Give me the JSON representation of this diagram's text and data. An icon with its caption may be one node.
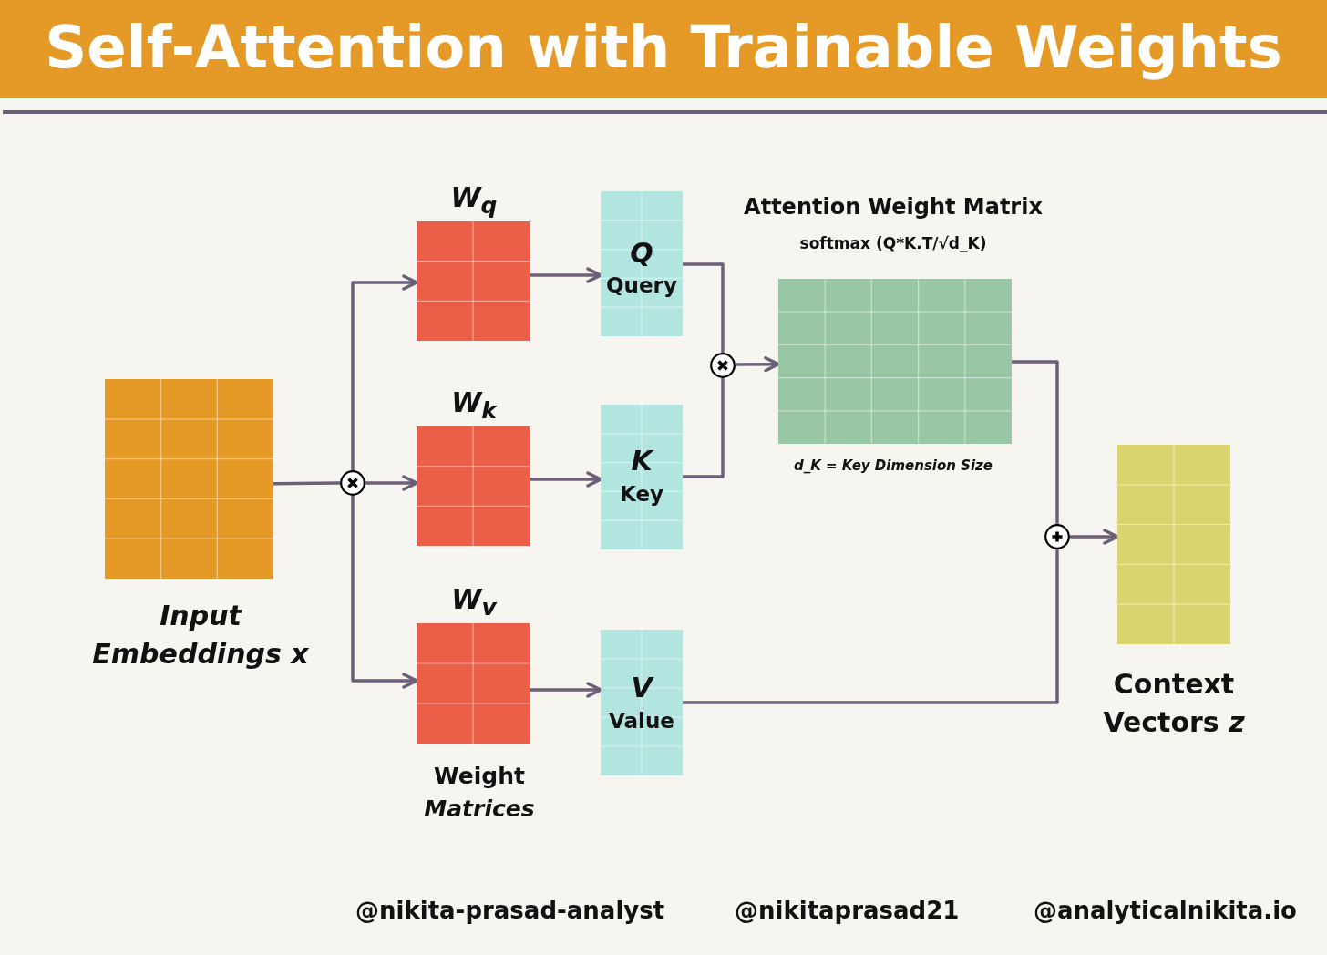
{
  "diagram": {
    "title": "Self-Attention with Trainable Weights",
    "nodes": [
      {
        "text": [
          "Input Embeddings x"
        ]
      },
      {
        "text": [],
        "shape": "circle"
      },
      {
        "text": [
          "W$_{q}$"
        ]
      },
      {
        "text": [
          "W$_{k}$"
        ]
      },
      {
        "text": [
          "W$_{v}$"
        ]
      },
      {
        "text": [
          "Q",
          "Query"
        ]
      },
      {
        "text": [
          "K",
          "Key"
        ]
      },
      {
        "text": [
          "V",
          "Value"
        ]
      },
      {
        "text": [],
        "shape": "circle"
      },
      {
        "text": [
          "Attention Weight Matrix",
          "softmax (Q*K.T/√d_K)"
        ],
        "beside": [
          "d_K = Key Dimension Size"
        ]
      },
      {
        "text": [],
        "shape": "circle"
      },
      {
        "text": [
          "Context Vectors *z*"
        ]
      }
    ],
    "edges": [
      {
        "from": 0,
        "to": 1,
        "arrow": "none"
      },
      {
        "from": 1,
        "to": 2,
        "arrow": "to"
      },
      {
        "from": 1,
        "to": 3,
        "arrow": "to"
      },
      {
        "from": 1,
        "to": 4,
        "arrow": "to"
      },
      {
        "from": 2,
        "to": 5,
        "arrow": "to"
      },
      {
        "from": 3,
        "to": 6,
        "arrow": "to"
      },
      {
        "from": 4,
        "to": 7,
        "arrow": "to"
      },
      {
        "from": 5,
        "to": 8,
        "arrow": "none"
      },
      {
        "from": 6,
        "to": 8,
        "arrow": "none"
      },
      {
        "from": 8,
        "to": 9,
        "arrow": "to"
      },
      {
        "from": 9,
        "to": 10,
        "arrow": "none"
      },
      {
        "from": 7,
        "to": 10,
        "arrow": "none"
      },
      {
        "from": 10,
        "to": 11,
        "arrow": "to"
      }
    ],
    "labels": [
      "Weight *Matrices*",
      "@nikita-prasad-analyst",
      "@nikitaprasad21",
      "@analyticalnikita.io"
    ]
  }
}
